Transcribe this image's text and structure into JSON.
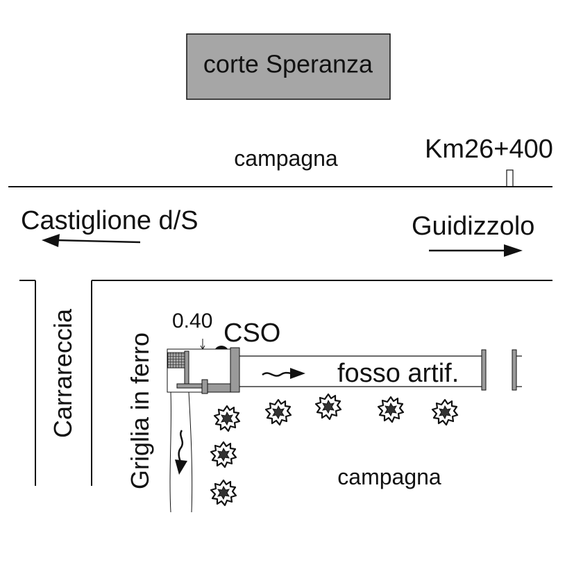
{
  "labels": {
    "building": "corte Speranza",
    "field_top": "campagna",
    "km_marker": "Km26+400",
    "dir_left": "Castiglione d/S",
    "dir_right": "Guidizzolo",
    "side_road": "Carrareccia",
    "grate": "Griglia in ferro",
    "dimension": "0.40",
    "cso": "CSO",
    "ditch": "fosso artif.",
    "field_bottom": "campagna"
  },
  "colors": {
    "line": "#111111",
    "building_fill": "#a6a6a6",
    "structure_fill": "#9a9a9a",
    "hatch": "#444444"
  },
  "icons": {
    "tree": "shrub-icon",
    "cso": "filled-circle-icon",
    "flow": "flow-arrow-icon"
  }
}
